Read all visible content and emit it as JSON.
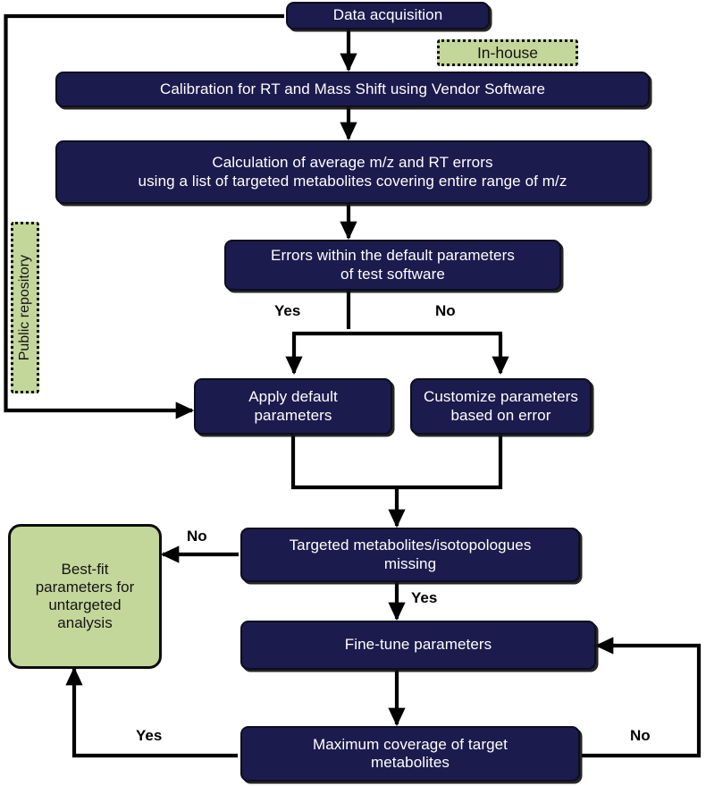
{
  "diagram": {
    "title": "Workflow for optimizing untargeted metabolomics data processing parameters",
    "type": "flowchart",
    "colors": {
      "process_fill": "#1b1b4e",
      "process_text": "#ffffff",
      "highlight_fill": "#c4d79b",
      "highlight_text": "#141414",
      "connector": "#000000",
      "background": "#ffffff"
    },
    "nodes": [
      {
        "id": "data-acquisition",
        "label": "Data acquisition",
        "style": "navy"
      },
      {
        "id": "in-house",
        "label": "In-house",
        "style": "green-dotted"
      },
      {
        "id": "public-repository",
        "label": "Public repository",
        "style": "green-dotted-vertical"
      },
      {
        "id": "calibration",
        "label": "Calibration for RT and Mass Shift using Vendor Software",
        "style": "navy"
      },
      {
        "id": "calculation-errors",
        "label": "Calculation of average m/z and RT errors\nusing a list of targeted metabolites covering entire range of m/z",
        "style": "navy"
      },
      {
        "id": "errors-within-default",
        "label": "Errors within the default parameters\nof test software",
        "style": "navy"
      },
      {
        "id": "apply-default",
        "label": "Apply default\nparameters",
        "style": "navy"
      },
      {
        "id": "customize-parameters",
        "label": "Customize parameters\nbased on error",
        "style": "navy"
      },
      {
        "id": "targeted-missing",
        "label": "Targeted metabolites/isotopologues\nmissing",
        "style": "navy"
      },
      {
        "id": "best-fit",
        "label": "Best-fit\nparameters for\nuntargeted\nanalysis",
        "style": "green-solid"
      },
      {
        "id": "fine-tune",
        "label": "Fine-tune parameters",
        "style": "navy"
      },
      {
        "id": "max-coverage",
        "label": "Maximum coverage of target\nmetabolites",
        "style": "navy"
      }
    ],
    "edge_labels": [
      {
        "id": "yes-errors-within",
        "label": "Yes"
      },
      {
        "id": "no-errors-within",
        "label": "No"
      },
      {
        "id": "no-targeted-missing",
        "label": "No"
      },
      {
        "id": "yes-targeted-missing",
        "label": "Yes"
      },
      {
        "id": "yes-max-coverage",
        "label": "Yes"
      },
      {
        "id": "no-max-coverage",
        "label": "No"
      }
    ]
  }
}
